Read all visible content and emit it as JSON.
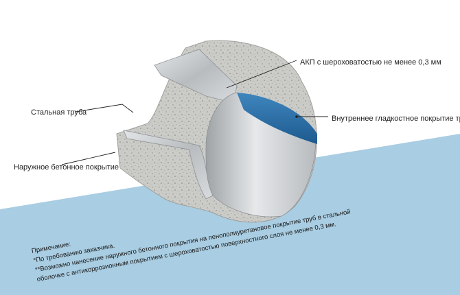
{
  "labels": {
    "akp": "АКП с шероховатостью не менее 0,3 мм",
    "inner_coating": "Внутреннее гладкостное покрытие труб",
    "steel_pipe": "Стальная труба",
    "outer_concrete": "Наружное бетонное покрытие"
  },
  "note": {
    "title": "Примечание:",
    "line1": "*По требованию заказчика.",
    "line2": "**Возможно нанесение наружного бетонного покрытия на пенополиуретановое покрытие труб в стальной",
    "line3": "оболочке с антикоррозионным покрытием с шероховатостью поверхностного слоя не менее 0,3 мм."
  },
  "colors": {
    "band": "#a9cde2",
    "concrete": "#c9c9c7",
    "steel": "#c4c8cb",
    "inner_coating": "#2f6fa6",
    "leader": "#222222"
  }
}
